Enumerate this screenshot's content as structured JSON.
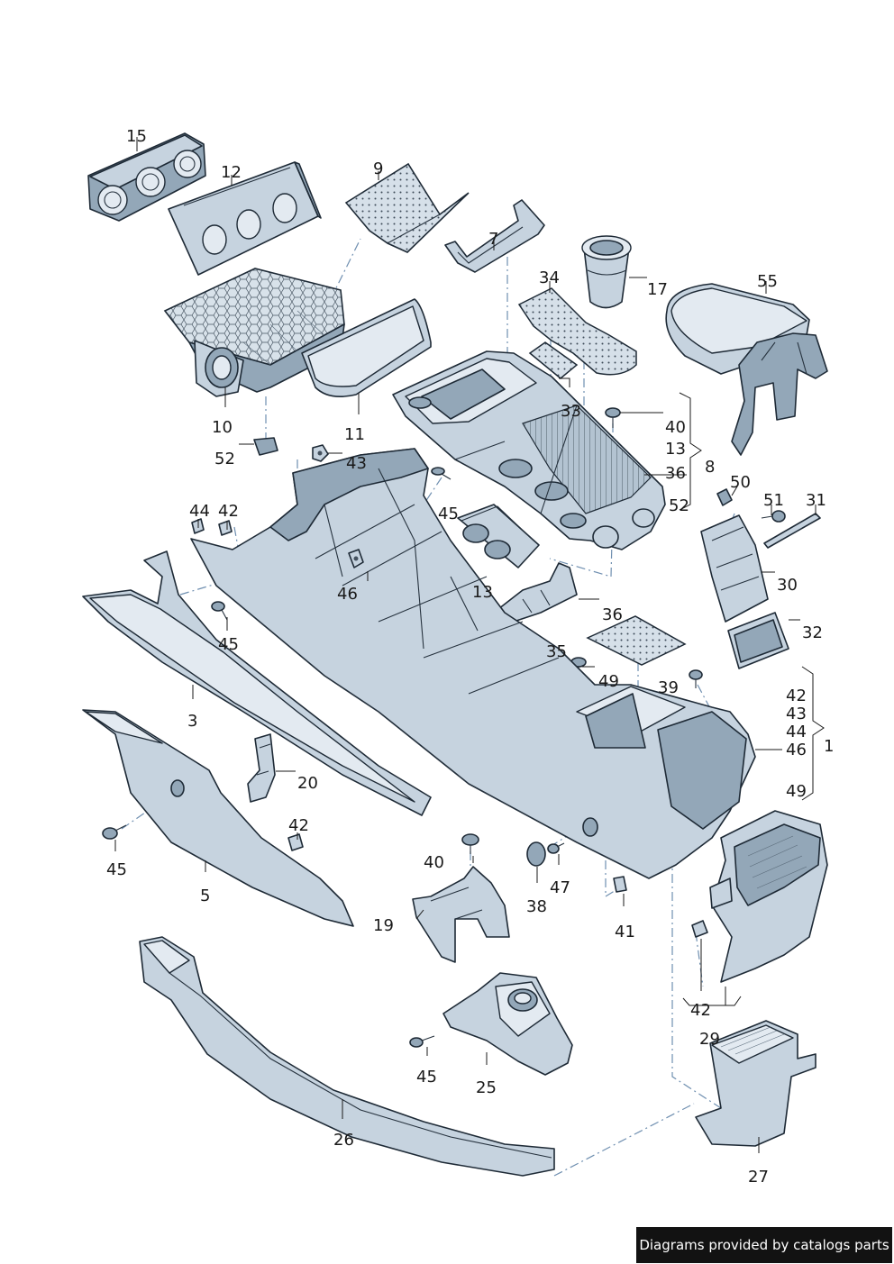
{
  "callouts": {
    "c15": "15",
    "c12": "12",
    "c9": "9",
    "c7": "7",
    "c34": "34",
    "c17": "17",
    "c55": "55",
    "c10": "10",
    "c11": "11",
    "c33": "33",
    "c40a": "40",
    "c13a": "13",
    "c8": "8",
    "c36a": "36",
    "c52a": "52",
    "c52b": "52",
    "c43a": "43",
    "c50": "50",
    "c51": "51",
    "c31": "31",
    "c44a": "44",
    "c42a": "42",
    "c45a": "45",
    "c46a": "46",
    "c13b": "13",
    "c36b": "36",
    "c30": "30",
    "c45b": "45",
    "c32": "32",
    "c35": "35",
    "c49a": "49",
    "c39": "39",
    "c3": "3",
    "c42b": "42",
    "c43b": "43",
    "c44b": "44",
    "c46b": "46",
    "c1": "1",
    "c49b": "49",
    "c20": "20",
    "c42c": "42",
    "c45c": "45",
    "c40b": "40",
    "c47": "47",
    "c38": "38",
    "c41": "41",
    "c5": "5",
    "c19": "19",
    "c42d": "42",
    "c29": "29",
    "c45d": "45",
    "c25": "25",
    "c26": "26",
    "c27": "27"
  },
  "credit": "Diagrams provided by catalogs parts"
}
